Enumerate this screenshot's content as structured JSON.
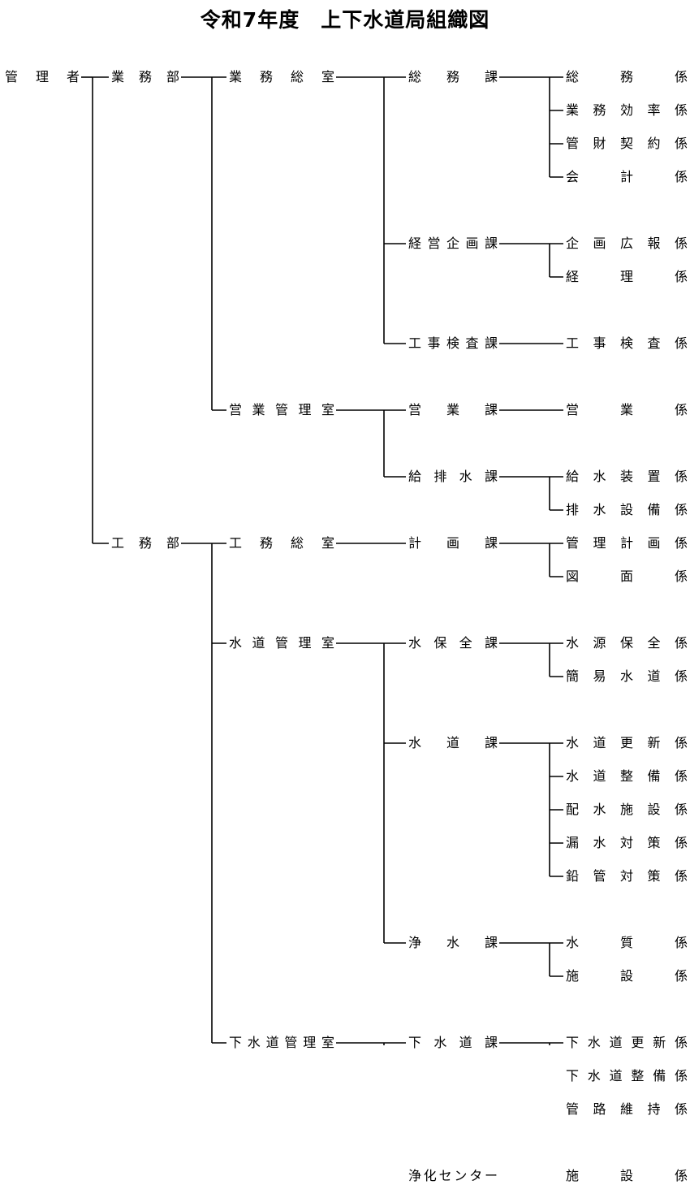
{
  "title": "令和7年度　上下水道局組織図",
  "tree": {
    "name": "管理者",
    "children": [
      {
        "name": "業務部",
        "children": [
          {
            "name": "業務総室",
            "children": [
              {
                "name": "総務課",
                "children": [
                  "総務係",
                  "業務効率係",
                  "管財契約係",
                  "会計係"
                ]
              },
              {
                "name": "経営企画課",
                "children": [
                  "企画広報係",
                  "経理係"
                ]
              },
              {
                "name": "工事検査課",
                "children": [
                  "工事検査係"
                ]
              }
            ]
          },
          {
            "name": "営業管理室",
            "children": [
              {
                "name": "営業課",
                "children": [
                  "営業係"
                ]
              },
              {
                "name": "給排水課",
                "children": [
                  "給水装置係",
                  "排水設備係"
                ]
              }
            ]
          }
        ]
      },
      {
        "name": "工務部",
        "children": [
          {
            "name": "工務総室",
            "children": [
              {
                "name": "計画課",
                "children": [
                  "管理計画係",
                  "図面係"
                ]
              }
            ]
          },
          {
            "name": "水道管理室",
            "children": [
              {
                "name": "水保全課",
                "children": [
                  "水源保全係",
                  "簡易水道係"
                ]
              },
              {
                "name": "水道課",
                "children": [
                  "水道更新係",
                  "水道整備係",
                  "配水施設係",
                  "漏水対策係",
                  "鉛管対策係"
                ]
              },
              {
                "name": "浄水課",
                "children": [
                  "水質係",
                  "施設係"
                ]
              }
            ]
          },
          {
            "name": "下水道管理室",
            "children": [
              {
                "name": "下水道課",
                "children": [
                  "下水道更新係",
                  "下水道整備係",
                  "管路維持係"
                ]
              },
              {
                "name": "浄化センター",
                "children": [
                  "施設係"
                ]
              }
            ]
          }
        ]
      }
    ]
  }
}
